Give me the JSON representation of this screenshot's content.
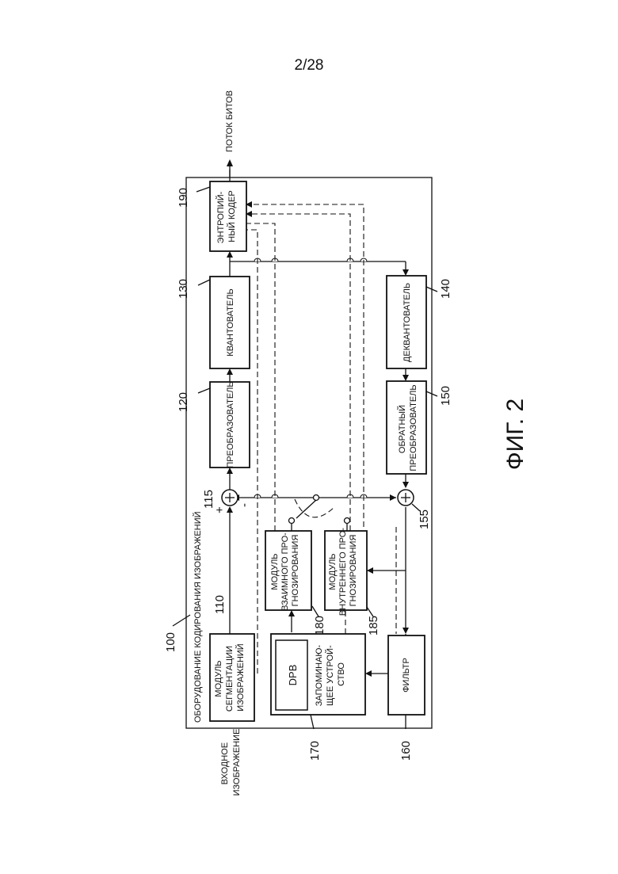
{
  "page_number": "2/28",
  "figure_caption": "ФИГ. 2",
  "diagram": {
    "outer_box": {
      "ref": "100",
      "title": "ОБОРУДОВАНИЕ КОДИРОВАНИЯ ИЗОБРАЖЕНИЙ"
    },
    "input_label": [
      "ВХОДНОЕ",
      "ИЗОБРАЖЕНИЕ"
    ],
    "output_label": "ПОТОК БИТОВ",
    "blocks": {
      "segmentation": {
        "ref": "110",
        "lines": [
          "МОДУЛЬ",
          "СЕГМЕНТАЦИИ",
          "ИЗОБРАЖЕНИЙ"
        ]
      },
      "transformer": {
        "ref": "120",
        "lines": [
          "ПРЕОБРАЗОВАТЕЛЬ"
        ]
      },
      "quantizer": {
        "ref": "130",
        "lines": [
          "КВАНТОВАТЕЛЬ"
        ]
      },
      "entropy": {
        "ref": "190",
        "lines": [
          "ЭНТРОПИЙ-",
          "НЫЙ КОДЕР"
        ]
      },
      "dequantizer": {
        "ref": "140",
        "lines": [
          "ДЕКВАНТОВАТЕЛЬ"
        ]
      },
      "inverse": {
        "ref": "150",
        "lines": [
          "ОБРАТНЫЙ",
          "ПРЕОБРАЗОВАТЕЛЬ"
        ]
      },
      "inter": {
        "ref": "180",
        "lines": [
          "МОДУЛЬ",
          "ВЗАИМНОГО ПРО-",
          "ГНОЗИРОВАНИЯ"
        ]
      },
      "intra": {
        "ref": "185",
        "lines": [
          "МОДУЛЬ",
          "ВНУТРЕННЕГО ПРО-",
          "ГНОЗИРОВАНИЯ"
        ]
      },
      "memory": {
        "ref": "170",
        "lines": [
          "ЗАПОМИНАЮ-",
          "ЩЕЕ УСТРОЙ-",
          "СТВО"
        ],
        "dpb": "DPB"
      },
      "filter": {
        "ref": "160",
        "lines": [
          "ФИЛЬТР"
        ]
      }
    },
    "adders": {
      "subtractor": {
        "ref": "115",
        "plus": "+",
        "minus": "-"
      },
      "adder": {
        "ref": "155"
      }
    }
  }
}
